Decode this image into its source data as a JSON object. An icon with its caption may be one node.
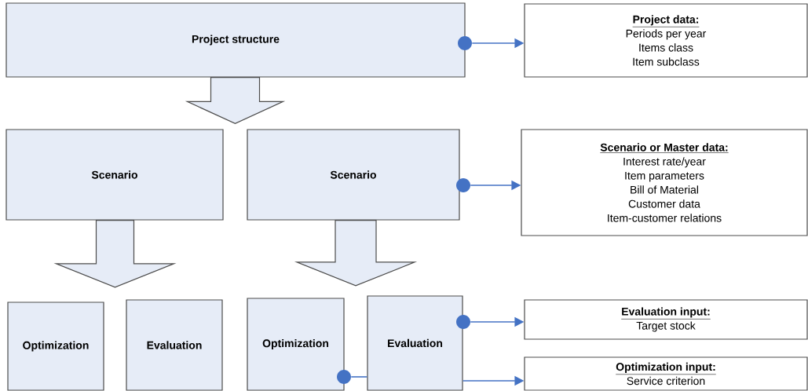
{
  "diagram": {
    "nodes": [
      {
        "text": [
          "Project structure"
        ]
      },
      {
        "text": [],
        "shape": "circle"
      },
      {
        "text": [
          "Project data:",
          "Periods per year",
          "Items class",
          "Item subclass"
        ]
      },
      {
        "text": [
          "Scenario"
        ]
      },
      {
        "text": [
          "Scenario"
        ]
      },
      {
        "text": [],
        "shape": "circle"
      },
      {
        "text": [
          "Scenario or Master data:",
          "Interest rate/year",
          "Item parameters",
          "Bill of Material",
          "Customer data",
          "Item-customer relations"
        ]
      },
      {
        "text": [
          "Optimization"
        ]
      },
      {
        "text": [
          "Evaluation"
        ]
      },
      {
        "text": [
          "Optimization"
        ]
      },
      {
        "text": [],
        "shape": "circle"
      },
      {
        "text": [
          "Evaluation"
        ]
      },
      {
        "text": [],
        "shape": "circle"
      },
      {
        "text": [
          "Evaluation input:",
          "Target stock"
        ]
      },
      {
        "text": [
          "Optimization input:",
          "Service criterion"
        ]
      }
    ],
    "edges": [
      {
        "from": 0,
        "to": 3,
        "arrow": "to",
        "style": "thick"
      },
      {
        "from": 0,
        "to": 4,
        "arrow": "to",
        "style": "thick"
      },
      {
        "from": 1,
        "to": 2,
        "arrow": "to"
      },
      {
        "from": 3,
        "to": 7,
        "arrow": "to",
        "style": "thick"
      },
      {
        "from": 3,
        "to": 8,
        "arrow": "to",
        "style": "thick"
      },
      {
        "from": 4,
        "to": 9,
        "arrow": "to",
        "style": "thick"
      },
      {
        "from": 4,
        "to": 11,
        "arrow": "to",
        "style": "thick"
      },
      {
        "from": 5,
        "to": 6,
        "arrow": "to"
      },
      {
        "from": 10,
        "to": 11,
        "arrow": "none"
      },
      {
        "from": 12,
        "to": 13,
        "arrow": "to"
      },
      {
        "from": 11,
        "to": 14,
        "arrow": "to"
      }
    ]
  }
}
